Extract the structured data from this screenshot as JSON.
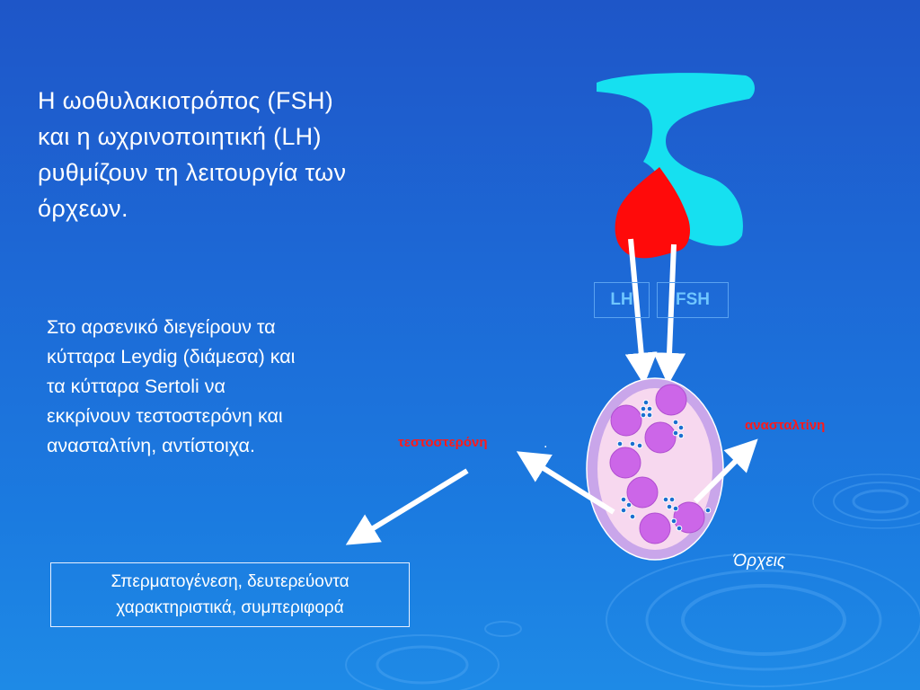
{
  "title_lines": [
    "Η ωοθυλακιοτρόπος (FSH)",
    "και η ωχρινοποιητική (LH)",
    "ρυθμίζουν τη λειτουργία των",
    "όρχεων."
  ],
  "body_lines": [
    "Στο αρσενικό διεγείρουν τα",
    "κύτταρα Leydig (διάμεσα) και",
    "τα κύτταρα Sertoli να",
    "εκκρίνουν τεστοστερόνη και",
    "ανασταλτίνη, αντίστοιχα."
  ],
  "diagram": {
    "lh_label": "LH",
    "fsh_label": "FSH",
    "testosterone_label": "τεστοστερόνη",
    "inhibin_label": "ανασταλτίνη",
    "testes_label": "Όρχεις",
    "dot": "."
  },
  "result_lines": [
    "Σπερματογένεση, δευτερεύοντα",
    "χαρακτηριστικά, συμπεριφορά"
  ],
  "colors": {
    "hypothalamus": "#16e0f0",
    "pituitary": "#ff0a0a",
    "testis_outer": "#c9a6ea",
    "testis_inner": "#f7d8ef",
    "tubule": "#cc66e8",
    "label_red": "#ff1a1a",
    "hormone_text": "#6fc6ff"
  }
}
